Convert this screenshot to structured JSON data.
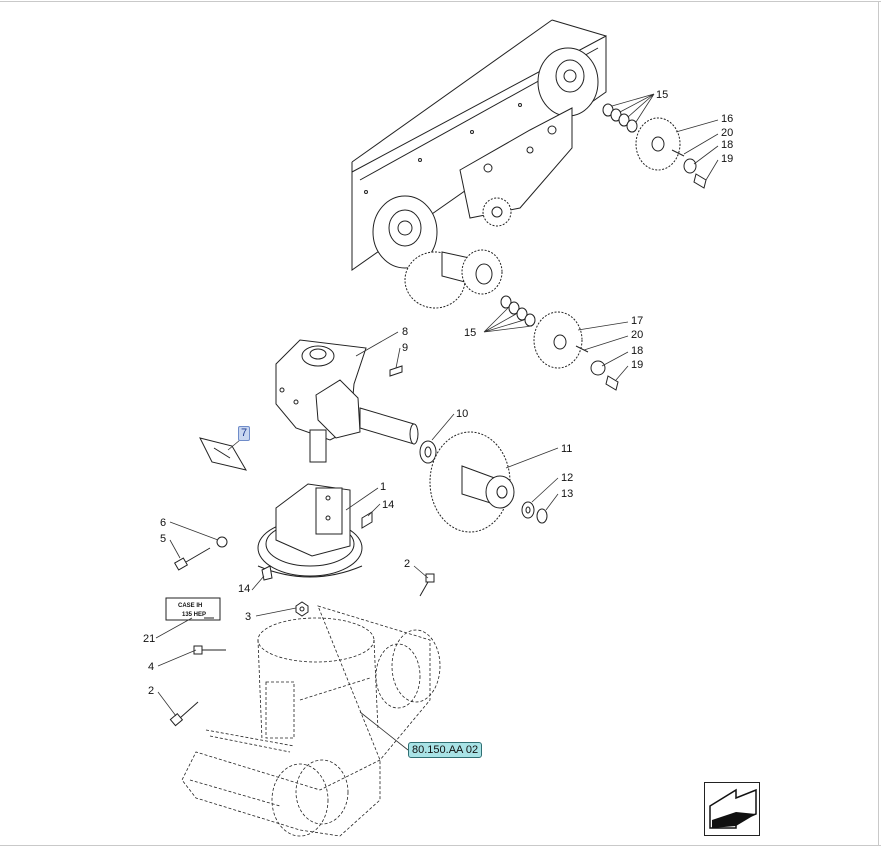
{
  "callouts": {
    "c1": "1",
    "c2a": "2",
    "c2b": "2",
    "c3": "3",
    "c4": "4",
    "c5": "5",
    "c6": "6",
    "c8": "8",
    "c9": "9",
    "c10": "10",
    "c11": "11",
    "c12": "12",
    "c13": "13",
    "c14a": "14",
    "c14b": "14",
    "c15a": "15",
    "c15b": "15",
    "c16": "16",
    "c17": "17",
    "c18a": "18",
    "c18b": "18",
    "c19a": "19",
    "c19b": "19",
    "c20a": "20",
    "c20b": "20",
    "c21": "21"
  },
  "highlighted_part": "7",
  "reference_link": "80.150.AA 02",
  "decal": {
    "line1": "CASE  IH",
    "line2": "135  HEP"
  },
  "colors": {
    "reference_link_bg": "#a9e3e6",
    "highlight_bg": "#c8d6f0",
    "line": "#222222"
  },
  "icons": {
    "nav": "return-arrow-icon"
  }
}
